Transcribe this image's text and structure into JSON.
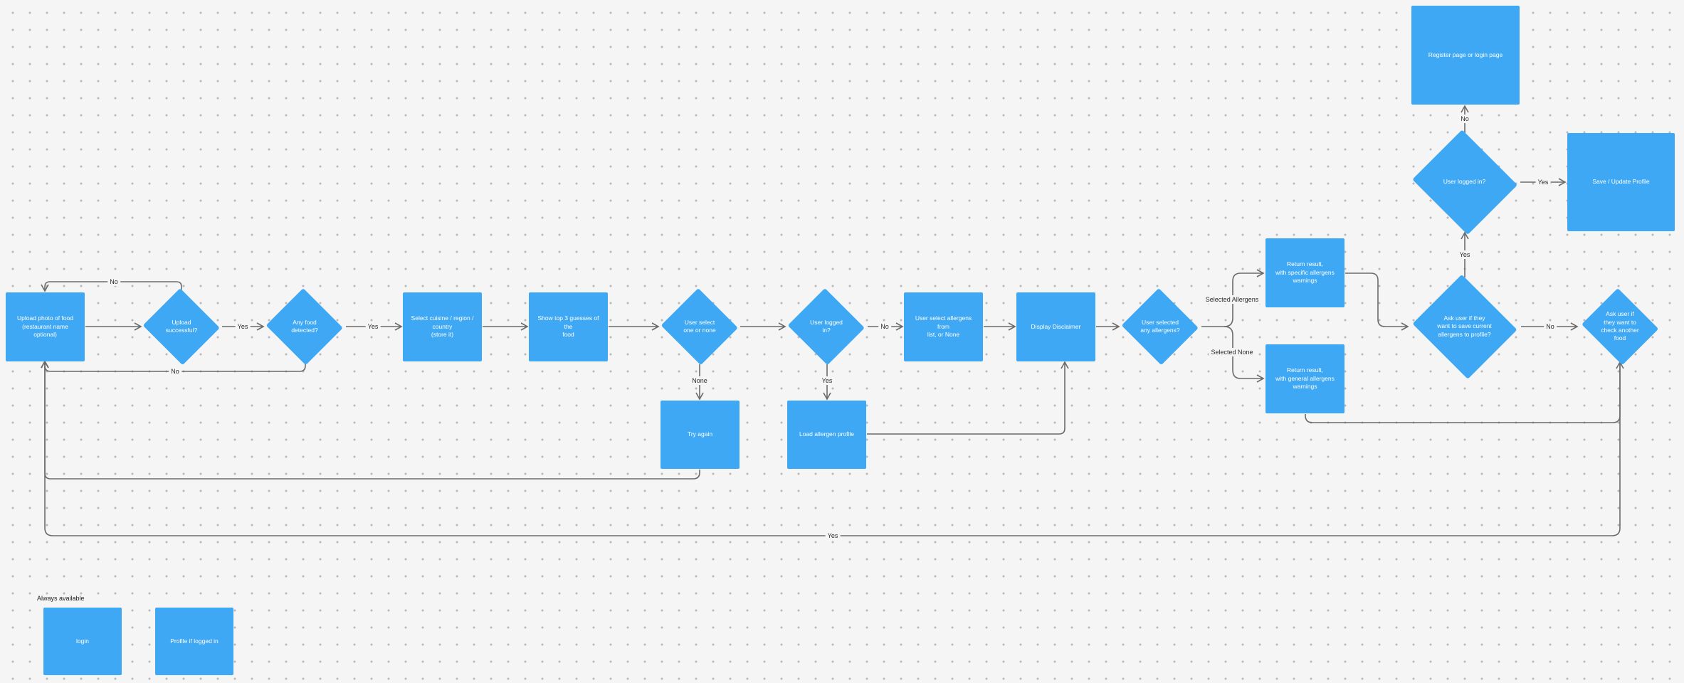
{
  "nodes": {
    "upload_photo": "Upload photo of food\n(restaurant name optional)",
    "upload_success": "Upload\nsuccessful?",
    "food_detected": "Any food\ndetected?",
    "select_cuisine": "Select cuisine / region /\ncountry\n(store it)",
    "show_guesses": "Show top 3 guesses of the\nfood",
    "user_select": "User select\none or none",
    "try_again": "Try again",
    "logged_in_1": "User logged\nin?",
    "load_profile": "Load allergen profile",
    "select_allergens": "User select allergens from\nlist, or None",
    "disclaimer": "Display Disclaimer",
    "any_allergens": "User selected\nany allergens?",
    "result_specific": "Return result,\nwith specific allergens\nwarnings",
    "result_general": "Return result,\nwith general allergens\nwarnings",
    "ask_save": "Ask user if they\nwant to save current\nallergens to profile?",
    "logged_in_2": "User logged in?",
    "register": "Register page or login page",
    "save_profile": "Save / Update Profile",
    "check_another": "Ask user if\nthey want to\ncheck another\nfood",
    "login": "login",
    "profile": "Profile if logged in"
  },
  "labels": {
    "no_loop": "No",
    "no_bottom": "No",
    "yes_1": "Yes",
    "yes_2": "Yes",
    "none": "None",
    "yes_load": "Yes",
    "no_select": "No",
    "selected_allergens": "Selected Allergens",
    "selected_none": "Selected None",
    "yes_logged": "Yes",
    "no_register": "No",
    "yes_save": "Yes",
    "no_check": "No",
    "yes_bottom": "Yes"
  },
  "legend": {
    "title": "Always available"
  },
  "colors": {
    "node": "#3ea8f5",
    "edge": "#6b6b6b",
    "background": "#f5f5f5"
  }
}
